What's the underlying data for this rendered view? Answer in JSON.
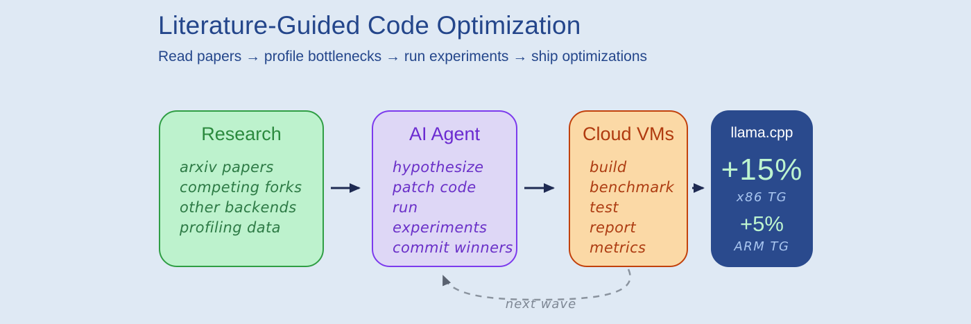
{
  "header": {
    "title": "Literature-Guided Code Optimization",
    "subtitle": "Read papers → profile bottlenecks → run experiments → ship optimizations"
  },
  "flow": {
    "boxes": [
      {
        "id": "research",
        "title": "Research",
        "items": [
          "arxiv papers",
          "competing forks",
          "other backends",
          "profiling data"
        ]
      },
      {
        "id": "ai-agent",
        "title": "AI Agent",
        "items": [
          "hypothesize",
          "patch code",
          "run experiments",
          "commit winners"
        ]
      },
      {
        "id": "cloud-vms",
        "title": "Cloud VMs",
        "items": [
          "build",
          "benchmark",
          "test",
          "report metrics"
        ]
      }
    ],
    "result": {
      "title": "llama.cpp",
      "metrics": [
        {
          "value": "+15%",
          "label": "x86 TG"
        },
        {
          "value": "+5%",
          "label": "ARM TG"
        }
      ]
    },
    "loop_label": "next wave"
  },
  "colors": {
    "background": "#dfe9f4",
    "heading_navy": "#24468b",
    "arrow_navy": "#1e2a52",
    "research_fill": "#bdf2cd",
    "research_border": "#2f9e44",
    "agent_fill": "#ded7f6",
    "agent_border": "#7c3aed",
    "cloud_fill": "#fbd9a6",
    "cloud_border": "#c2410c",
    "result_fill": "#2a4a8d",
    "metric_mint": "#bdf4cf",
    "metric_blue": "#a9c6f0",
    "loop_gray": "#8a939e"
  }
}
